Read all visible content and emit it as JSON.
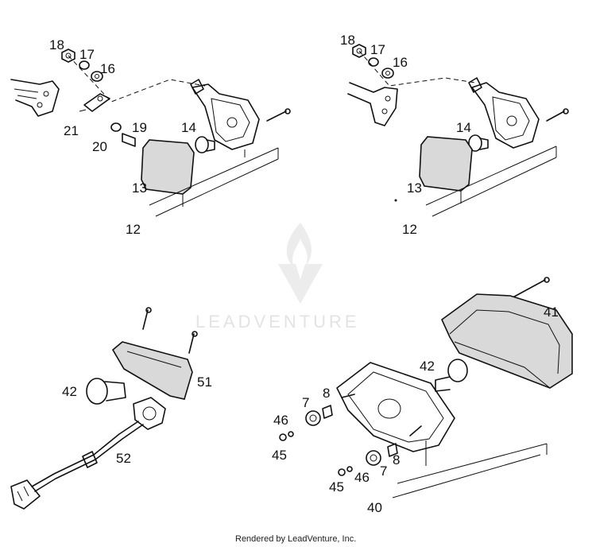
{
  "watermark": {
    "brand": "LEADVENTURE"
  },
  "footer": {
    "credit": "Rendered by LeadVenture, Inc."
  },
  "callouts": {
    "tl": {
      "c18": "18",
      "c17": "17",
      "c16": "16",
      "c21": "21",
      "c20": "20",
      "c19": "19",
      "c14": "14",
      "c13": "13",
      "c12": "12"
    },
    "tr": {
      "c18": "18",
      "c17": "17",
      "c16": "16",
      "c14": "14",
      "c13": "13",
      "c12": "12"
    },
    "bl": {
      "c42": "42",
      "c51": "51",
      "c52": "52"
    },
    "br": {
      "c41": "41",
      "c42": "42",
      "c7a": "7",
      "c8a": "8",
      "c46a": "46",
      "c45a": "45",
      "c8b": "8",
      "c7b": "7",
      "c45b": "45",
      "c46b": "46",
      "c40": "40"
    }
  }
}
